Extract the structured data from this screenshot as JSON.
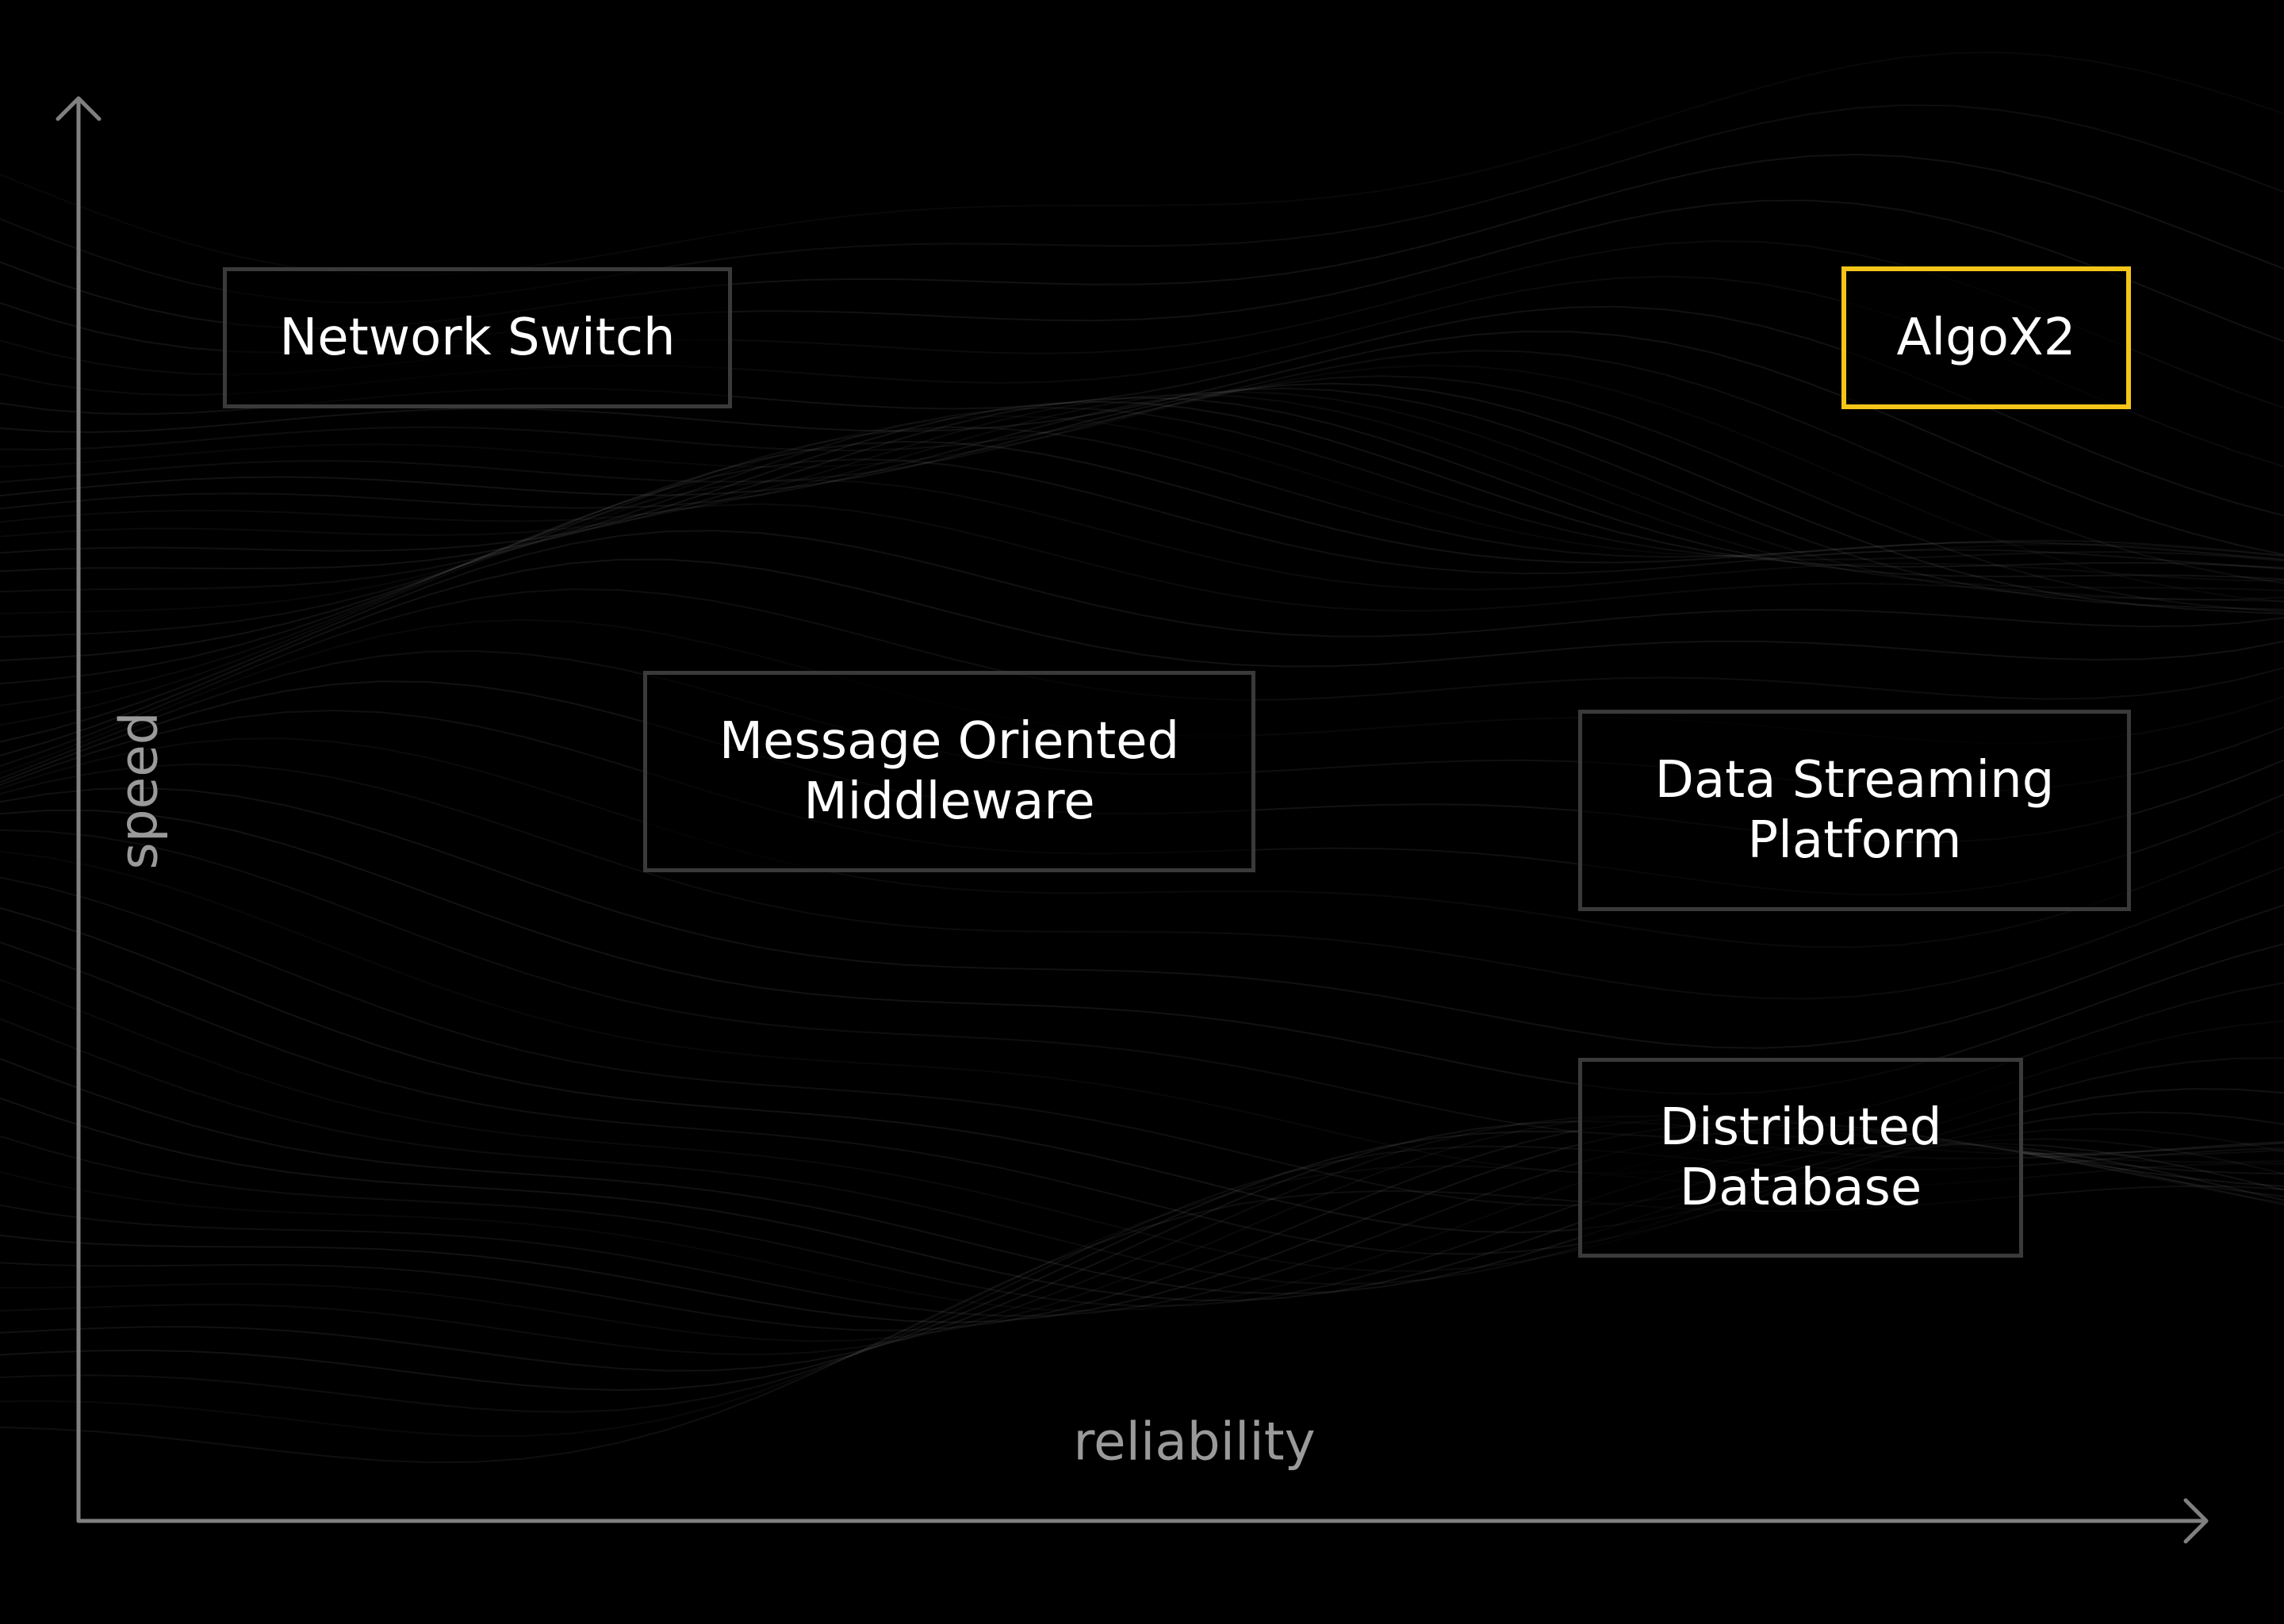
{
  "axes": {
    "x_label": "reliability",
    "y_label": "speed"
  },
  "nodes": [
    {
      "label": "Network Switch"
    },
    {
      "label": "AlgoX2",
      "highlighted": true
    },
    {
      "label_line1": "Message Oriented",
      "label_line2": "Middleware"
    },
    {
      "label_line1": "Data Streaming",
      "label_line2": "Platform"
    },
    {
      "label_line1": "Distributed",
      "label_line2": "Database"
    }
  ],
  "colors": {
    "background": "#000000",
    "axis": "#808080",
    "box_border": "#3a3a3a",
    "highlight": "#f5c518"
  }
}
